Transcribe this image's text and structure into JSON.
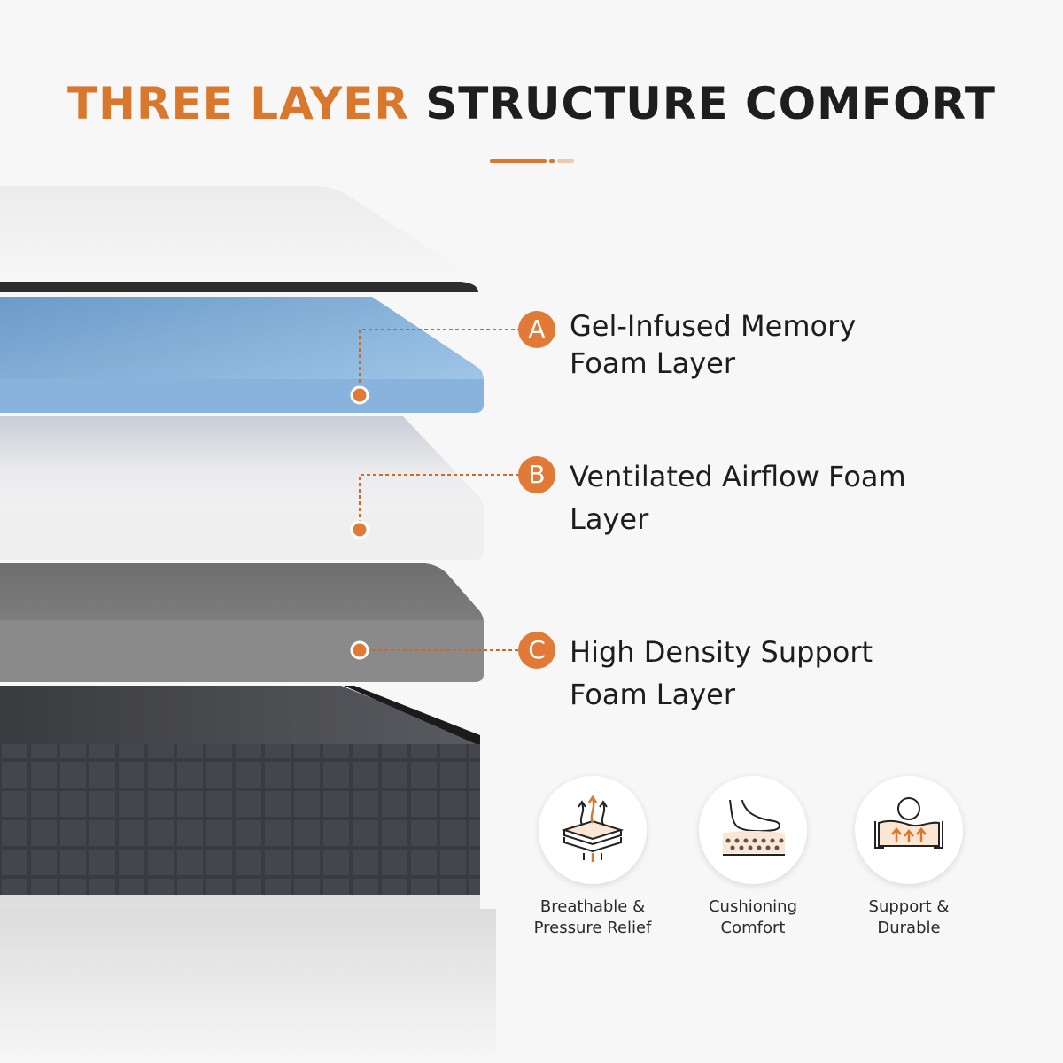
{
  "header": {
    "title_accent": "THREE LAYER",
    "title_rest": "STRUCTURE COMFORT"
  },
  "layers": [
    {
      "letter": "A",
      "line1": "Gel-Infused Memory",
      "line2": "Foam Layer"
    },
    {
      "letter": "B",
      "line1": "Ventilated Airflow Foam",
      "line2": "Layer"
    },
    {
      "letter": "C",
      "line1": "High Density Support",
      "line2": "Foam Layer"
    }
  ],
  "features": [
    {
      "icon": "breathable-layers-icon",
      "line1": "Breathable &",
      "line2": "Pressure Relief"
    },
    {
      "icon": "cushioning-foot-icon",
      "line1": "Cushioning",
      "line2": "Comfort"
    },
    {
      "icon": "support-person-icon",
      "line1": "Support &",
      "line2": "Durable"
    }
  ],
  "colors": {
    "accent": "#d9782d",
    "background": "#f7f7f7",
    "gel_layer": "#8fb9df",
    "support_layer": "#8a8a8a",
    "base": "#2e2f33"
  }
}
